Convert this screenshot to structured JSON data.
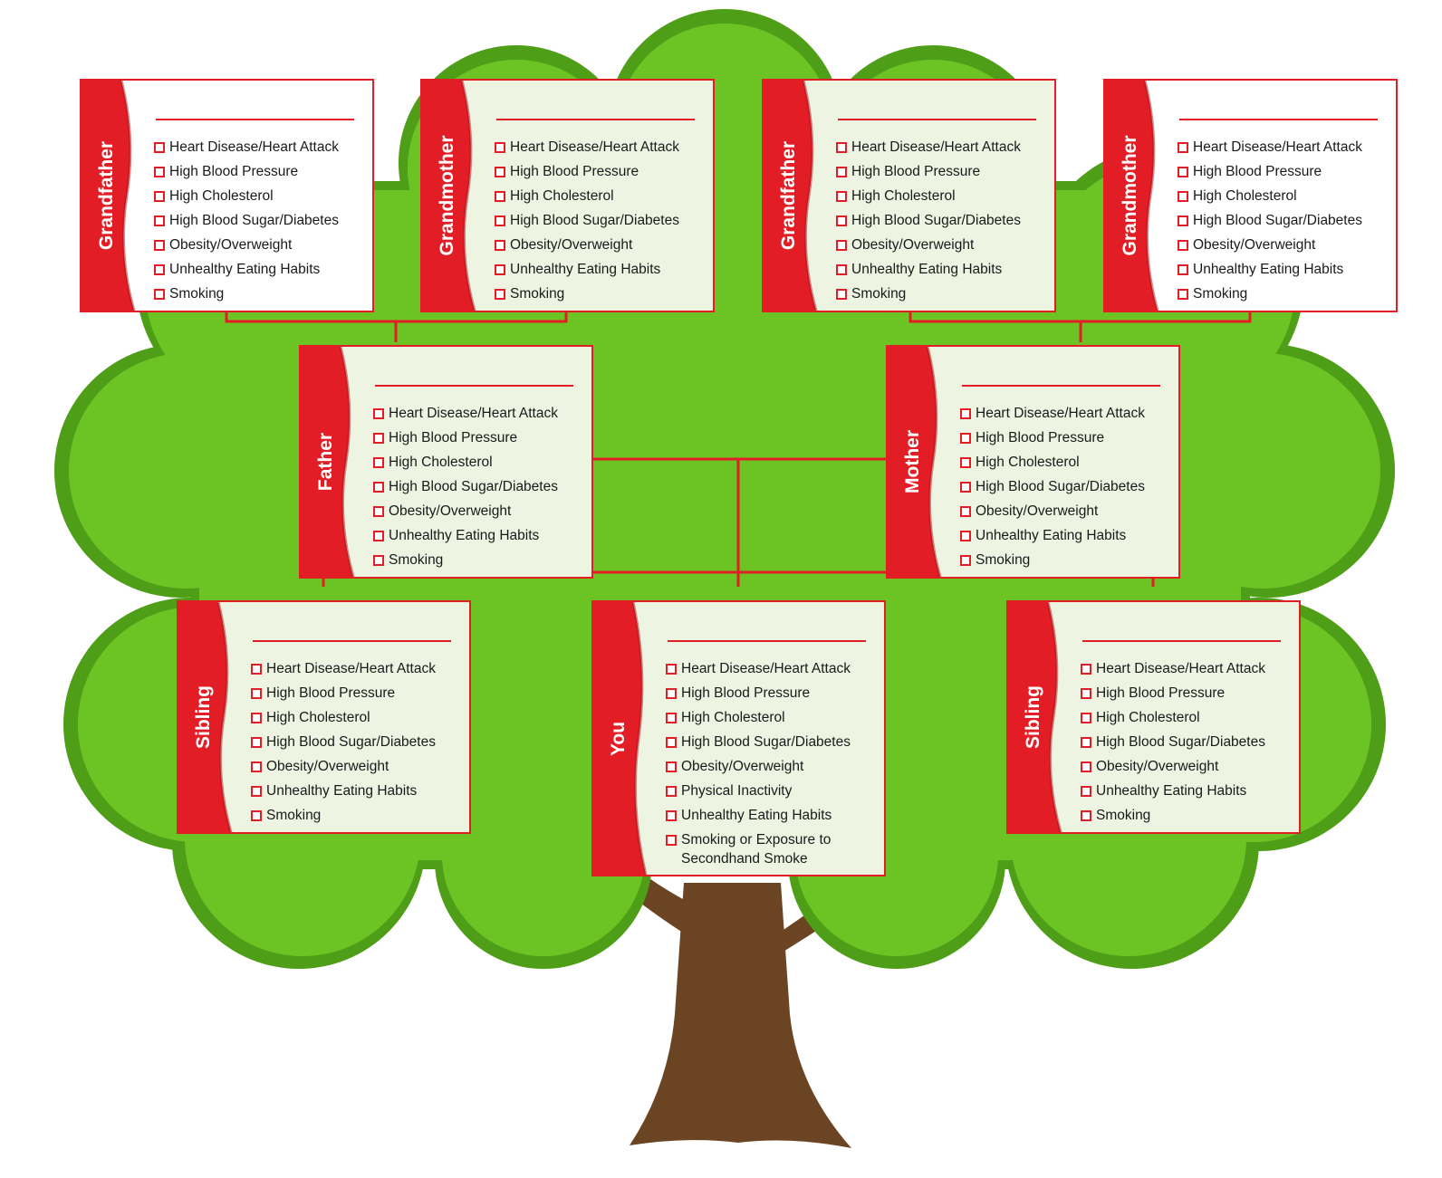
{
  "colors": {
    "accent": "#e31d25",
    "foliage": "#66c21d",
    "foliage_dark": "#4e9e18",
    "trunk": "#6b4423",
    "card_bg": "#eef4e2"
  },
  "cards": [
    {
      "role": "Grandfather",
      "items": [
        "Heart Disease/Heart Attack",
        "High Blood Pressure",
        "High Cholesterol",
        "High Blood Sugar/Diabetes",
        "Obesity/Overweight",
        "Unhealthy Eating Habits",
        "Smoking"
      ]
    },
    {
      "role": "Grandmother",
      "items": [
        "Heart Disease/Heart Attack",
        "High Blood Pressure",
        "High Cholesterol",
        "High Blood Sugar/Diabetes",
        "Obesity/Overweight",
        "Unhealthy Eating Habits",
        "Smoking"
      ]
    },
    {
      "role": "Grandfather",
      "items": [
        "Heart Disease/Heart Attack",
        "High Blood Pressure",
        "High Cholesterol",
        "High Blood Sugar/Diabetes",
        "Obesity/Overweight",
        "Unhealthy Eating Habits",
        "Smoking"
      ]
    },
    {
      "role": "Grandmother",
      "items": [
        "Heart Disease/Heart Attack",
        "High Blood Pressure",
        "High Cholesterol",
        "High Blood Sugar/Diabetes",
        "Obesity/Overweight",
        "Unhealthy Eating Habits",
        "Smoking"
      ]
    },
    {
      "role": "Father",
      "items": [
        "Heart Disease/Heart Attack",
        "High Blood Pressure",
        "High Cholesterol",
        "High Blood Sugar/Diabetes",
        "Obesity/Overweight",
        "Unhealthy Eating Habits",
        "Smoking"
      ]
    },
    {
      "role": "Mother",
      "items": [
        "Heart Disease/Heart Attack",
        "High Blood Pressure",
        "High Cholesterol",
        "High Blood Sugar/Diabetes",
        "Obesity/Overweight",
        "Unhealthy Eating Habits",
        "Smoking"
      ]
    },
    {
      "role": "Sibling",
      "items": [
        "Heart Disease/Heart Attack",
        "High Blood Pressure",
        "High Cholesterol",
        "High Blood Sugar/Diabetes",
        "Obesity/Overweight",
        "Unhealthy Eating Habits",
        "Smoking"
      ]
    },
    {
      "role": "You",
      "items": [
        "Heart Disease/Heart Attack",
        "High Blood Pressure",
        "High Cholesterol",
        "High Blood Sugar/Diabetes",
        "Obesity/Overweight",
        "Physical Inactivity",
        "Unhealthy Eating Habits",
        "Smoking or Exposure to Secondhand Smoke"
      ]
    },
    {
      "role": "Sibling",
      "items": [
        "Heart Disease/Heart Attack",
        "High Blood Pressure",
        "High Cholesterol",
        "High Blood Sugar/Diabetes",
        "Obesity/Overweight",
        "Unhealthy Eating Habits",
        "Smoking"
      ]
    }
  ]
}
